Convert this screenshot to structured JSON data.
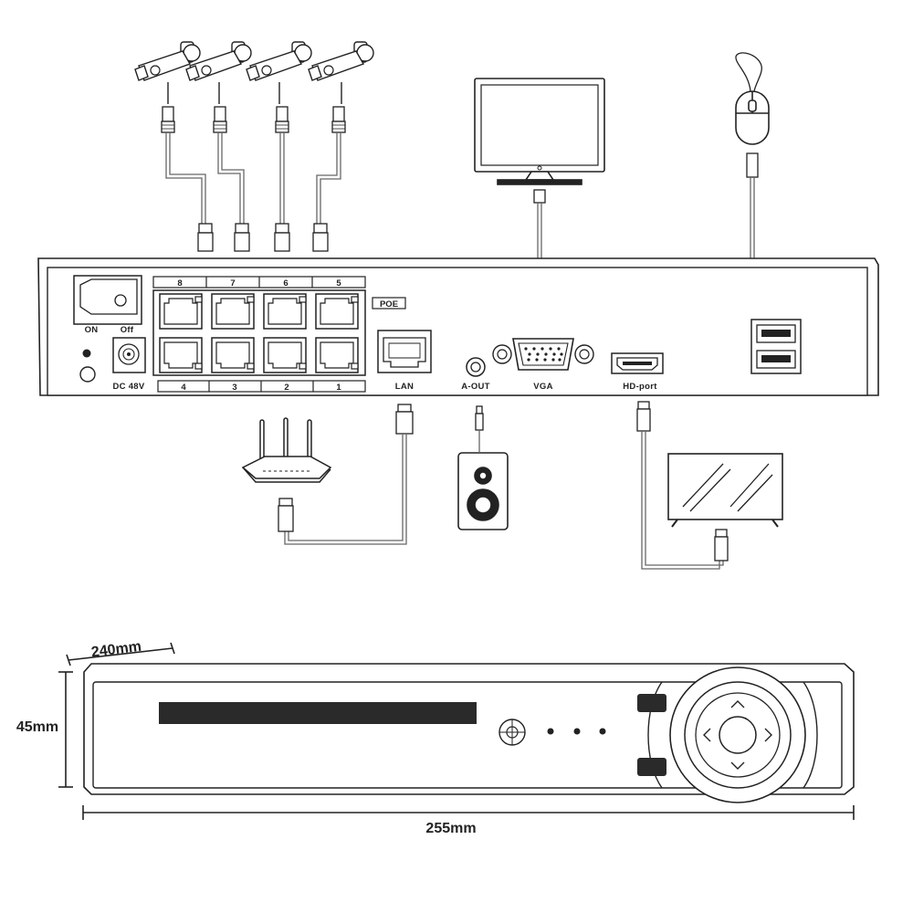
{
  "switch": {
    "on": "ON",
    "off": "Off"
  },
  "power": {
    "label": "DC 48V"
  },
  "poe": {
    "badge": "POE",
    "top_numbers": [
      "8",
      "7",
      "6",
      "5"
    ],
    "bottom_numbers": [
      "4",
      "3",
      "2",
      "1"
    ]
  },
  "ports": {
    "lan": "LAN",
    "aout": "A-OUT",
    "vga": "VGA",
    "hdmi": "HD-port"
  },
  "dimensions": {
    "depth": "240mm",
    "height": "45mm",
    "width": "255mm"
  },
  "colors": {
    "stroke": "#222222",
    "panel": "#ffffff",
    "front_bar": "#2a2a2a",
    "cable": "#666666"
  }
}
